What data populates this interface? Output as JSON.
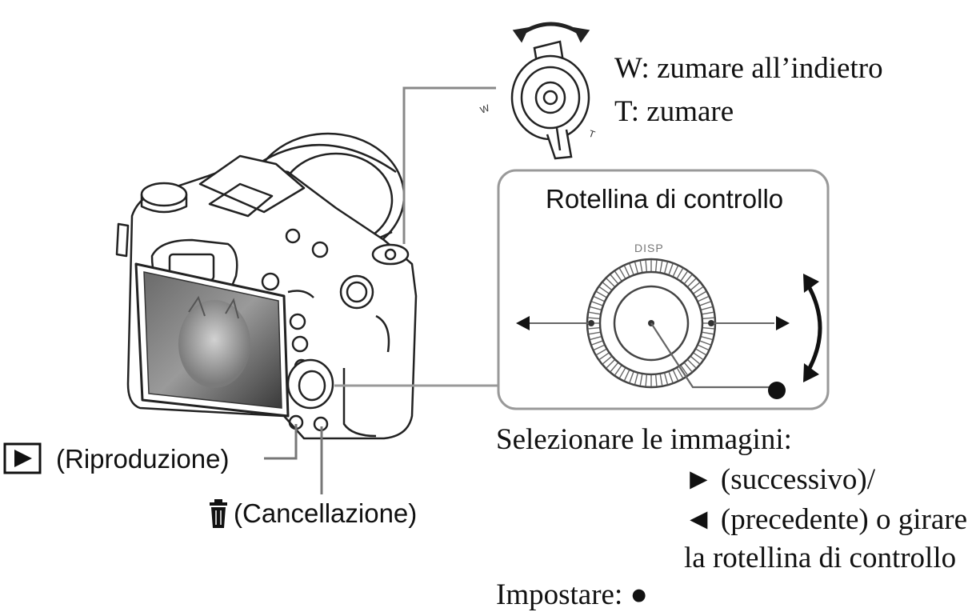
{
  "zoom_lever": {
    "w_label": "W: zumare all’indietro",
    "t_label": "T: zumare",
    "mark_w": "W",
    "mark_t": "T"
  },
  "control_wheel": {
    "title": "Rotellina di controllo",
    "disp_label": "DISP"
  },
  "playback_button": {
    "label": "(Riproduzione)"
  },
  "delete_button": {
    "label": "(Cancellazione)"
  },
  "select_images": {
    "line1": "Selezionare le immagini:",
    "line2": "► (successivo)/",
    "line3": "◄ (precedente) o girare",
    "line4": "la rotellina di controllo"
  },
  "set_action": {
    "label": "Impostare: ●"
  }
}
